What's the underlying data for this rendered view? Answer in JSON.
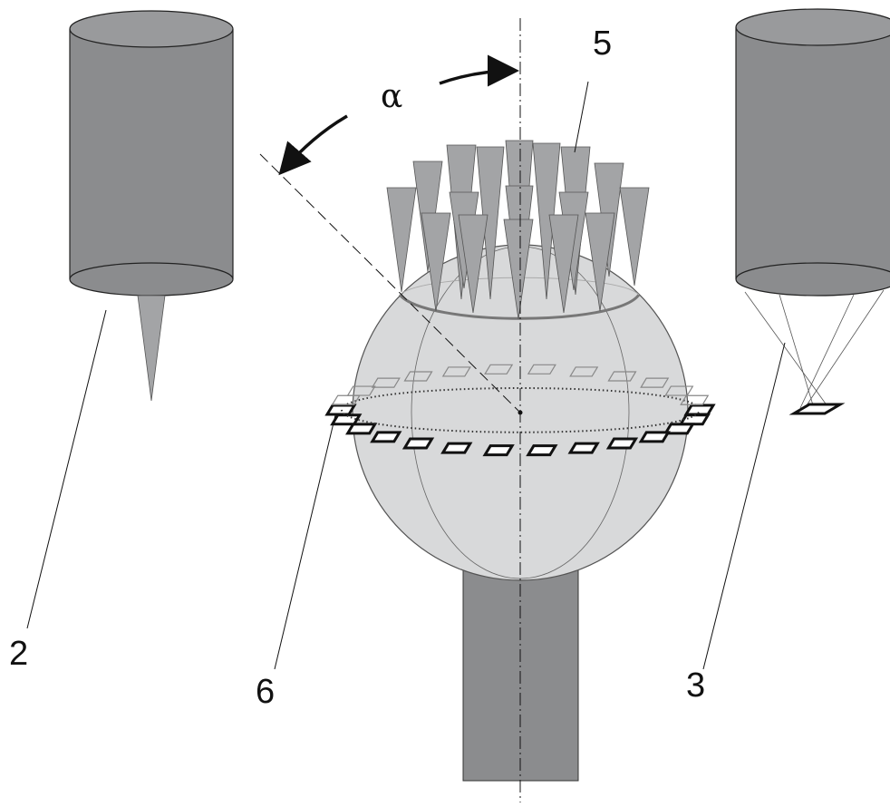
{
  "labels": {
    "angle": "α",
    "left_column": "2",
    "right_column": "3",
    "tips": "5",
    "ring": "6"
  },
  "colors": {
    "column": "#8b8c8e",
    "column_top": "#999a9c",
    "sphere": "#d8d9da",
    "tip": "#a3a4a6",
    "stand": "#8b8c8e",
    "line": "#111111"
  },
  "icons": {
    "arrow": "curved-arrow-icon"
  }
}
